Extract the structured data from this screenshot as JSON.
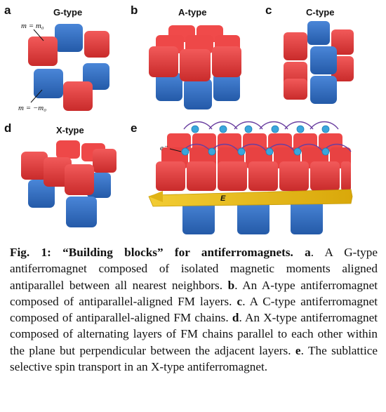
{
  "panels": {
    "a": {
      "label": "a",
      "title": "G-type",
      "ann_top": "m = m₀",
      "ann_bottom": "m = −m₀"
    },
    "b": {
      "label": "b",
      "title": "A-type"
    },
    "c": {
      "label": "c",
      "title": "C-type"
    },
    "d": {
      "label": "d",
      "title": "X-type"
    },
    "e": {
      "label": "e",
      "electron": "e⁻",
      "field": "E"
    }
  },
  "caption": {
    "fig": "Fig. 1: “Building blocks” for antiferromagnets",
    "s1_label": "a",
    "s1": ". A G-type antiferromagnet composed of isolated magnetic moments aligned antiparallel between all nearest neighbors. ",
    "s2_label": "b",
    "s2": ". An A-type antiferromagnet composed of antiparallel-aligned FM layers. ",
    "s3_label": "c",
    "s3": ". A C-type antiferromagnet composed of antiparallel-aligned FM chains. ",
    "s4_label": "d",
    "s4": ". An X-type antiferromagnet composed of alternating layers of FM chains parallel to each other within the plane but perpendicular between the adjacent layers. ",
    "s5_label": "e",
    "s5": ". The sublattice selective spin transport in an X-type antiferromagnet."
  },
  "colors": {
    "red": "#e23a3a",
    "blue": "#2f6cc0",
    "arrow": "#e8b80f",
    "spin": "#3aa6dc",
    "curve": "#6a3fa0"
  }
}
